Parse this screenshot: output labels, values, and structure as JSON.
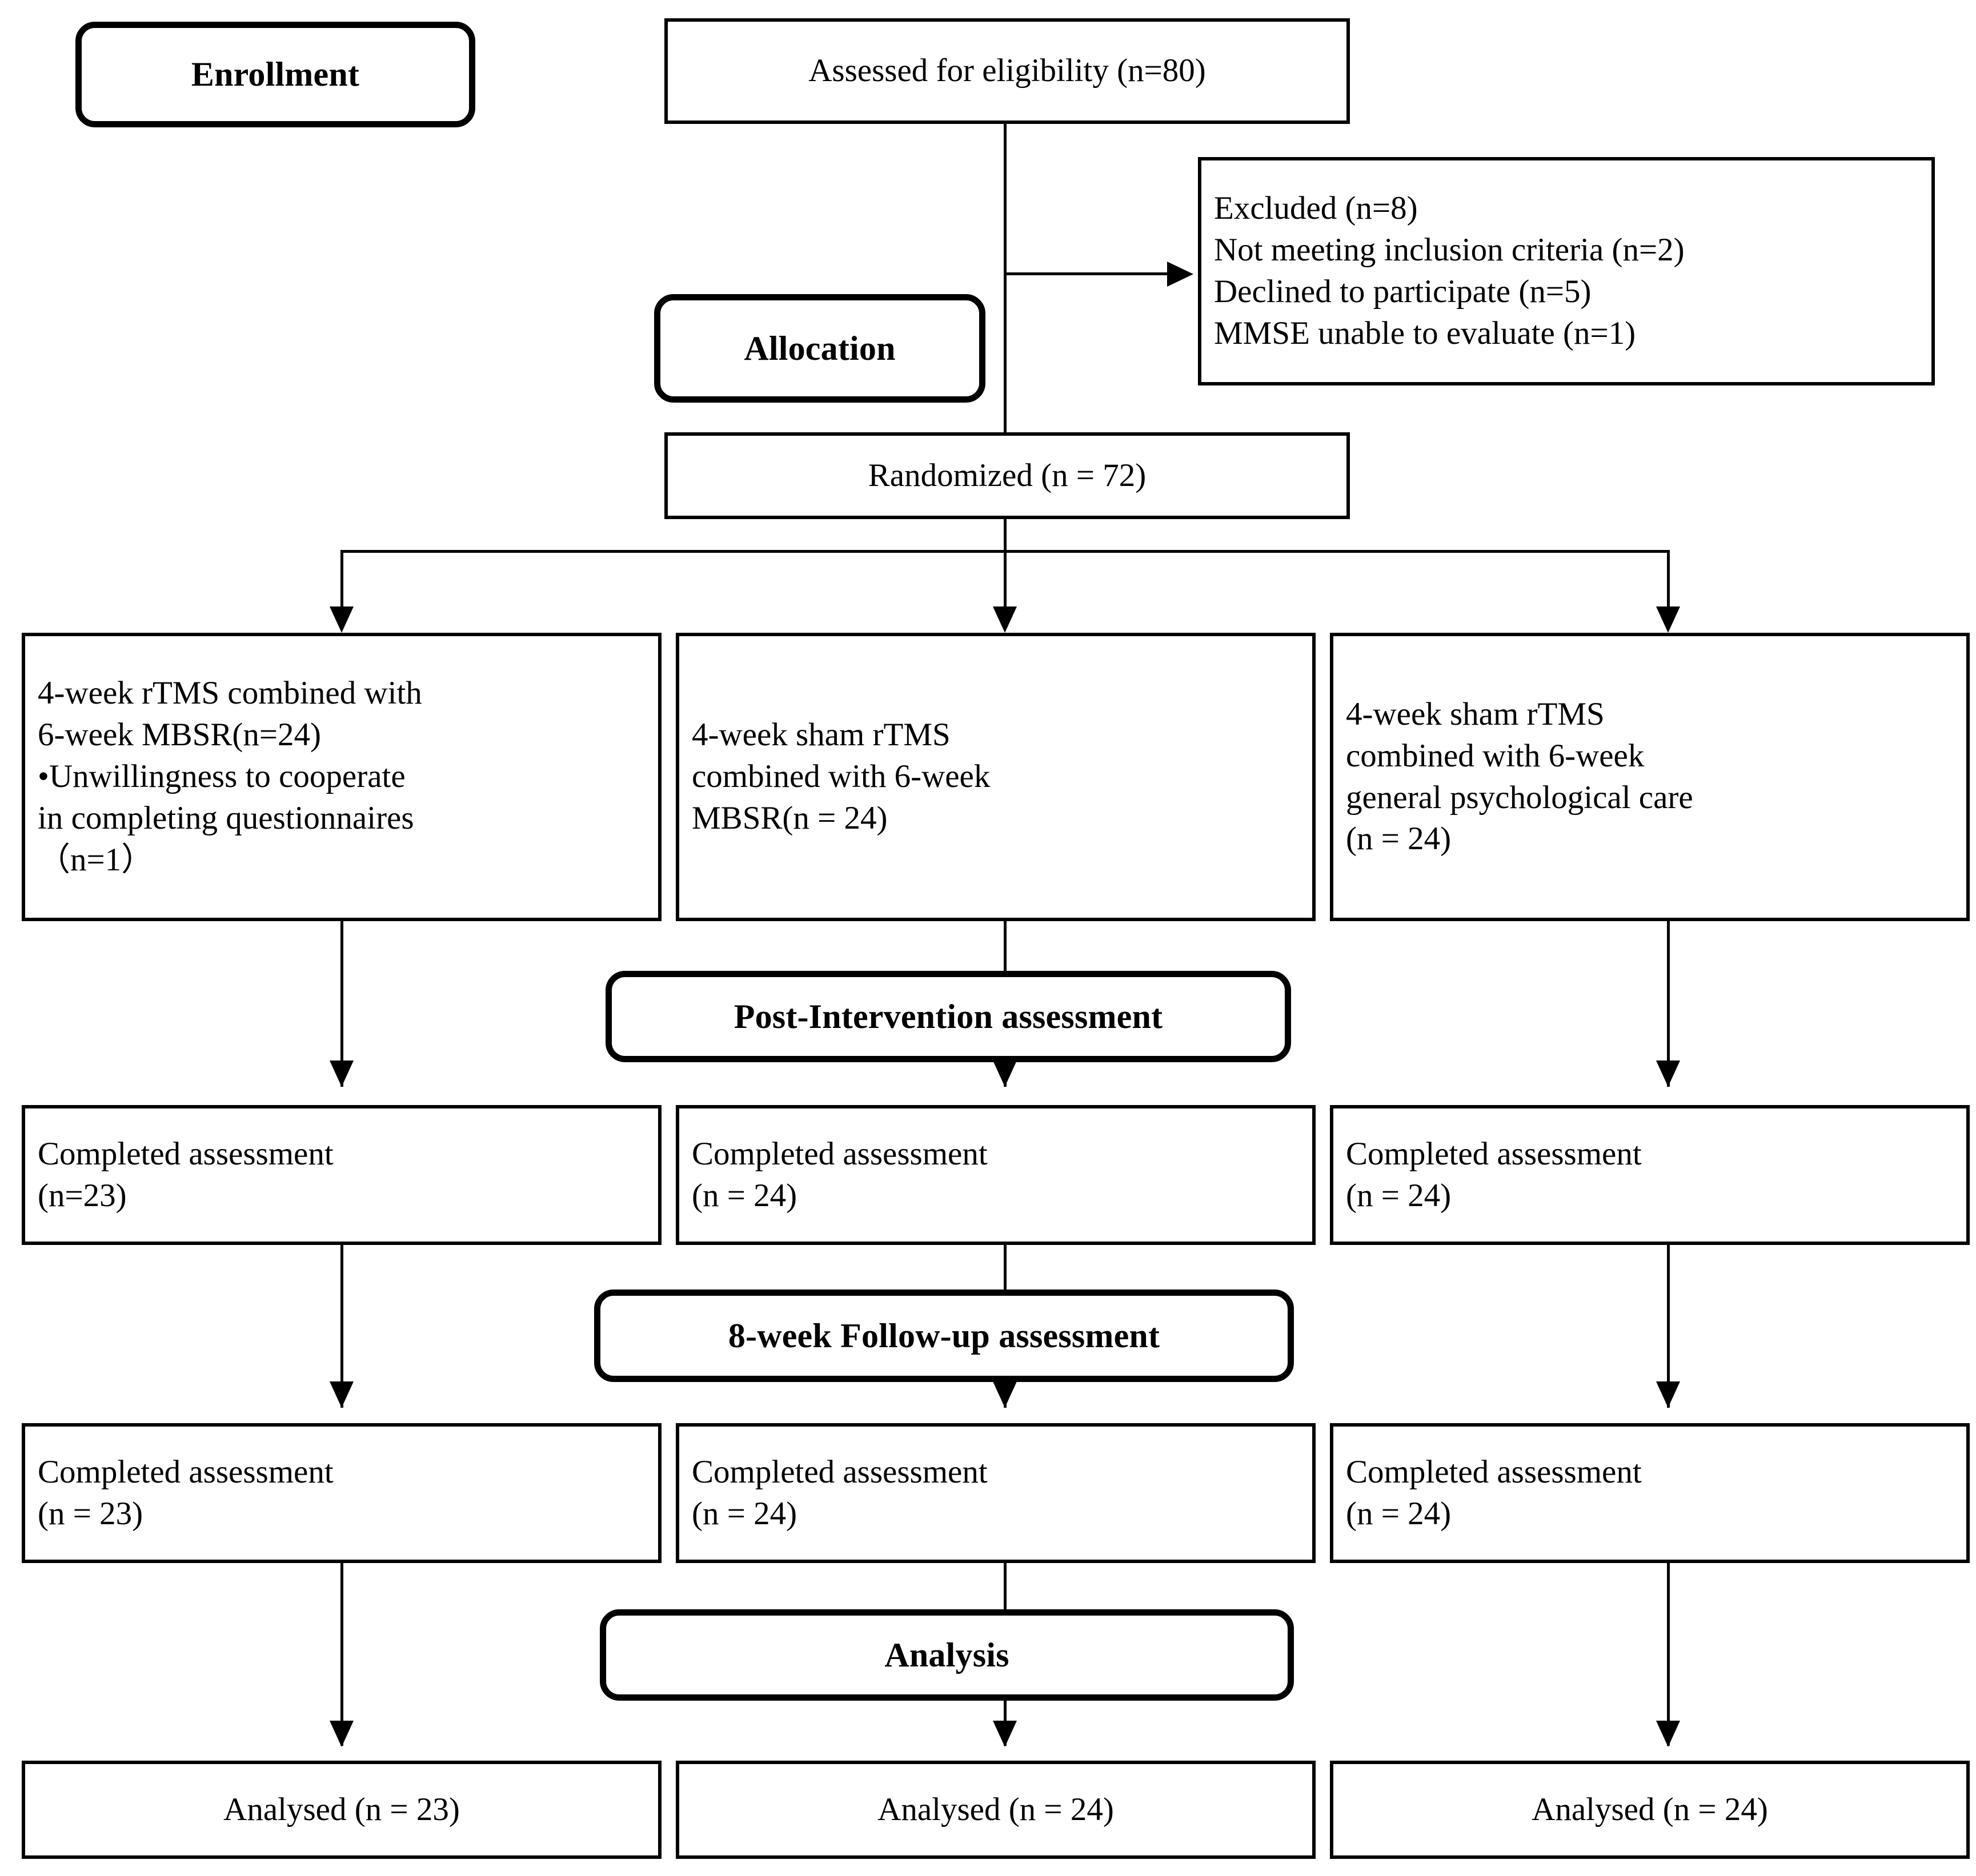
{
  "diagram": {
    "type": "CONSORT participant flow diagram",
    "stage_labels": {
      "enrollment": "Enrollment",
      "allocation": "Allocation",
      "post_intervention": "Post-Intervention assessment",
      "followup": "8-week Follow-up assessment",
      "analysis": "Analysis"
    },
    "enrollment": {
      "assessed": "Assessed for eligibility (n=80)",
      "excluded": "Excluded  (n=8)\nNot meeting inclusion criteria (n=2)\nDeclined to participate (n=5)\nMMSE unable to evaluate (n=1)",
      "excluded_items": [
        "Excluded  (n=8)",
        "Not meeting inclusion criteria (n=2)",
        "Declined to participate (n=5)",
        "MMSE unable to evaluate (n=1)"
      ],
      "randomized": "Randomized (n = 72)"
    },
    "allocation_arms": [
      "4-week rTMS combined with\n6-week MBSR(n=24)\n•Unwillingness to cooperate\nin completing questionnaires\n（n=1）",
      "4-week sham rTMS\ncombined with 6-week\nMBSR(n = 24)",
      "4-week sham rTMS\ncombined with 6-week\ngeneral psychological care\n(n = 24)"
    ],
    "post_intervention_rows": [
      "Completed assessment\n(n=23)",
      "Completed assessment\n (n = 24)",
      "Completed assessment\n (n = 24)"
    ],
    "followup_rows": [
      "Completed assessment\n (n = 23)",
      "Completed assessment\n (n = 24)",
      "Completed assessment\n (n = 24)"
    ],
    "analysis_rows": [
      "Analysed (n = 23)",
      "Analysed (n = 24)",
      "Analysed (n = 24)"
    ]
  },
  "chart_data": {
    "type": "table",
    "title": "CONSORT flow diagram",
    "categories": [
      "4-week rTMS + 6-week MBSR",
      "4-week sham rTMS + 6-week MBSR",
      "4-week sham rTMS + 6-week general psychological care"
    ],
    "series": [
      {
        "name": "Allocated",
        "values": [
          24,
          24,
          24
        ]
      },
      {
        "name": "Post-intervention completed",
        "values": [
          23,
          24,
          24
        ]
      },
      {
        "name": "8-week follow-up completed",
        "values": [
          23,
          24,
          24
        ]
      },
      {
        "name": "Analysed",
        "values": [
          23,
          24,
          24
        ]
      }
    ],
    "assessed_for_eligibility": 80,
    "excluded_total": 8,
    "excluded_breakdown": {
      "not_meeting_inclusion_criteria": 2,
      "declined_to_participate": 5,
      "mmse_unable_to_evaluate": 1
    },
    "randomized": 72,
    "lost_breakdown": {
      "arm1_unwillingness_to_cooperate_in_completing_questionnaires": 1
    }
  }
}
